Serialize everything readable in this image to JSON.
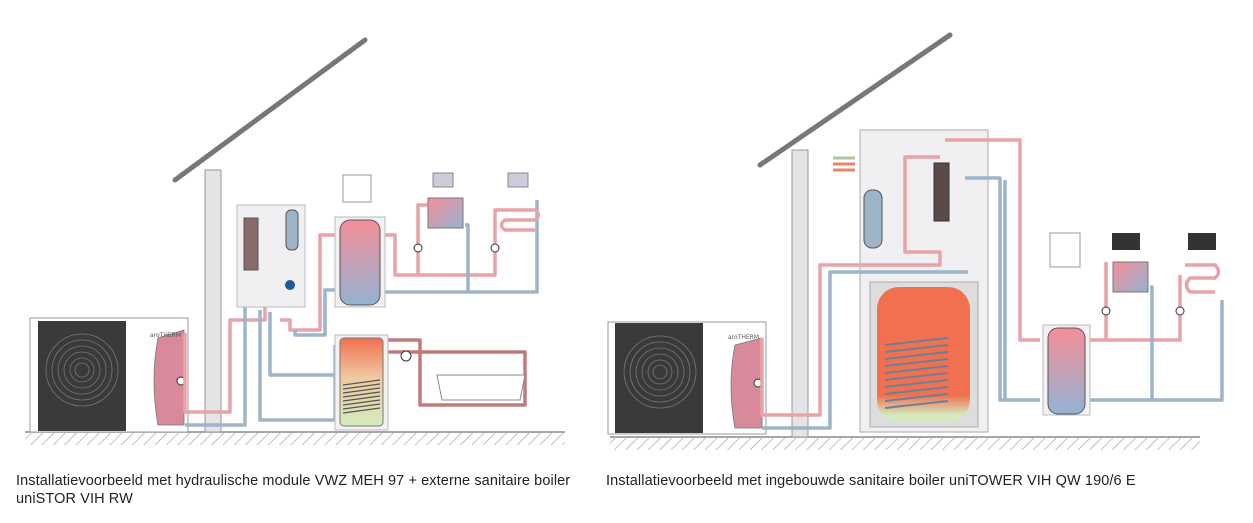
{
  "captions": {
    "left": "Installatievoorbeeld met hydraulische module VWZ MEH 97 + externe sanitaire boiler uniSTOR VIH RW",
    "right": "Installatievoorbeeld met ingebouwde sanitaire boiler uniTOWER VIH QW 190/6 E"
  },
  "unit_brand": "aroTHERM",
  "colors": {
    "hot_pipe": "#e8a3a8",
    "cold_pipe": "#9eb4c8",
    "unit_dark": "#3a3a3c",
    "tank_hot": "#f07d68",
    "tank_cold": "#cfe6b8",
    "buffer_top": "#f58e98",
    "buffer_bottom": "#93b3d3",
    "roof": "#777777"
  }
}
